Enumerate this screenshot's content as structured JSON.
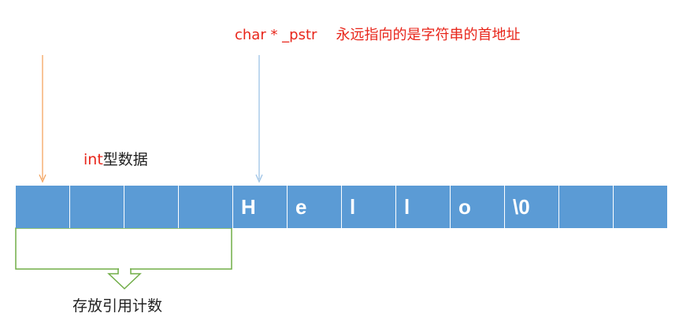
{
  "pointer_label": {
    "type": "char * _pstr",
    "description": "永远指向的是字符串的首地址"
  },
  "int_label": {
    "prefix": "int",
    "suffix": "型数据"
  },
  "refcount_label": "存放引用计数",
  "cells": [
    "",
    "",
    "",
    "",
    "H",
    "e",
    "l",
    "l",
    "o",
    "\\0",
    "",
    ""
  ],
  "colors": {
    "cell_fill": "#5b9bd5",
    "orange_arrow": "#f4a460",
    "blue_arrow": "#9dc3e6",
    "green_box": "#70ad47",
    "red_text": "#e8261b"
  }
}
